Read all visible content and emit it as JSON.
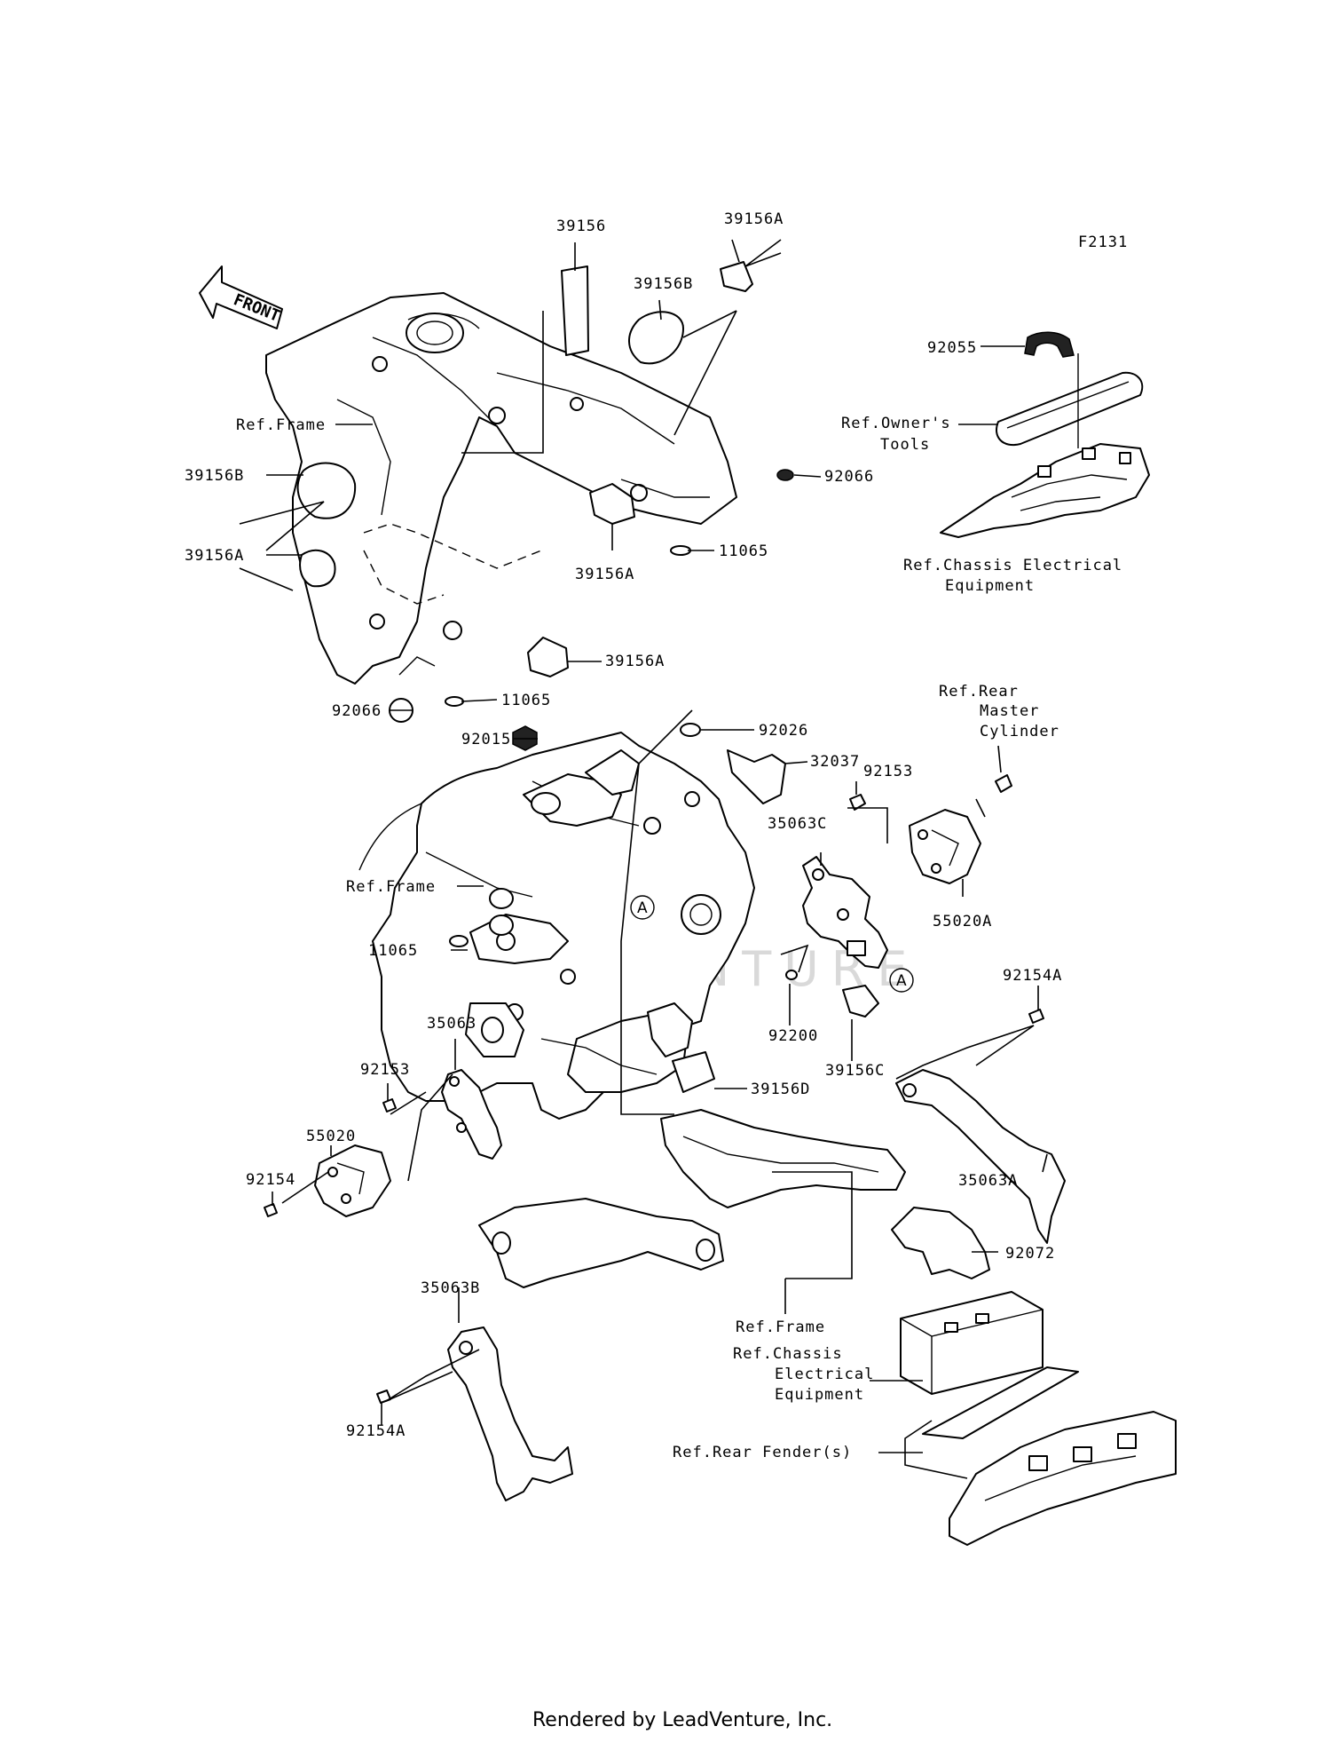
{
  "figure_code": "F2131",
  "front_marker": "FRONT",
  "callout_marker": "A",
  "watermark": "LEADVENTURE",
  "footer": "Rendered by LeadVenture, Inc.",
  "labels": {
    "l39156": "39156",
    "l39156A_top": "39156A",
    "l39156B_top": "39156B",
    "l92055": "92055",
    "ref_owners_tools_1": "Ref.Owner's",
    "ref_owners_tools_2": "Tools",
    "ref_frame_1": "Ref.Frame",
    "l39156B_left": "39156B",
    "l92066_right": "92066",
    "l39156A_left": "39156A",
    "l11065_upper": "11065",
    "l39156A_mid": "39156A",
    "ref_chassis_1a": "Ref.Chassis Electrical",
    "ref_chassis_1b": "Equipment",
    "l39156A_low": "39156A",
    "l92066_left": "92066",
    "l11065_lower": "11065",
    "ref_rear_master_1": "Ref.Rear",
    "ref_rear_master_2": "Master",
    "ref_rear_master_3": "Cylinder",
    "l92026": "92026",
    "l92015": "92015",
    "l32037": "32037",
    "l92153_right": "92153",
    "l35063C": "35063C",
    "ref_frame_2": "Ref.Frame",
    "l55020A": "55020A",
    "l11065_mid": "11065",
    "l92154A_right": "92154A",
    "l92200": "92200",
    "l35063": "35063",
    "l39156C": "39156C",
    "l92153_left": "92153",
    "l39156D": "39156D",
    "l55020": "55020",
    "l92154": "92154",
    "l35063A": "35063A",
    "l92072": "92072",
    "l35063B": "35063B",
    "ref_frame_3": "Ref.Frame",
    "ref_chassis_2a": "Ref.Chassis",
    "ref_chassis_2b": "Electrical",
    "ref_chassis_2c": "Equipment",
    "l92154A_left": "92154A",
    "ref_rear_fender": "Ref.Rear Fender(s)"
  }
}
